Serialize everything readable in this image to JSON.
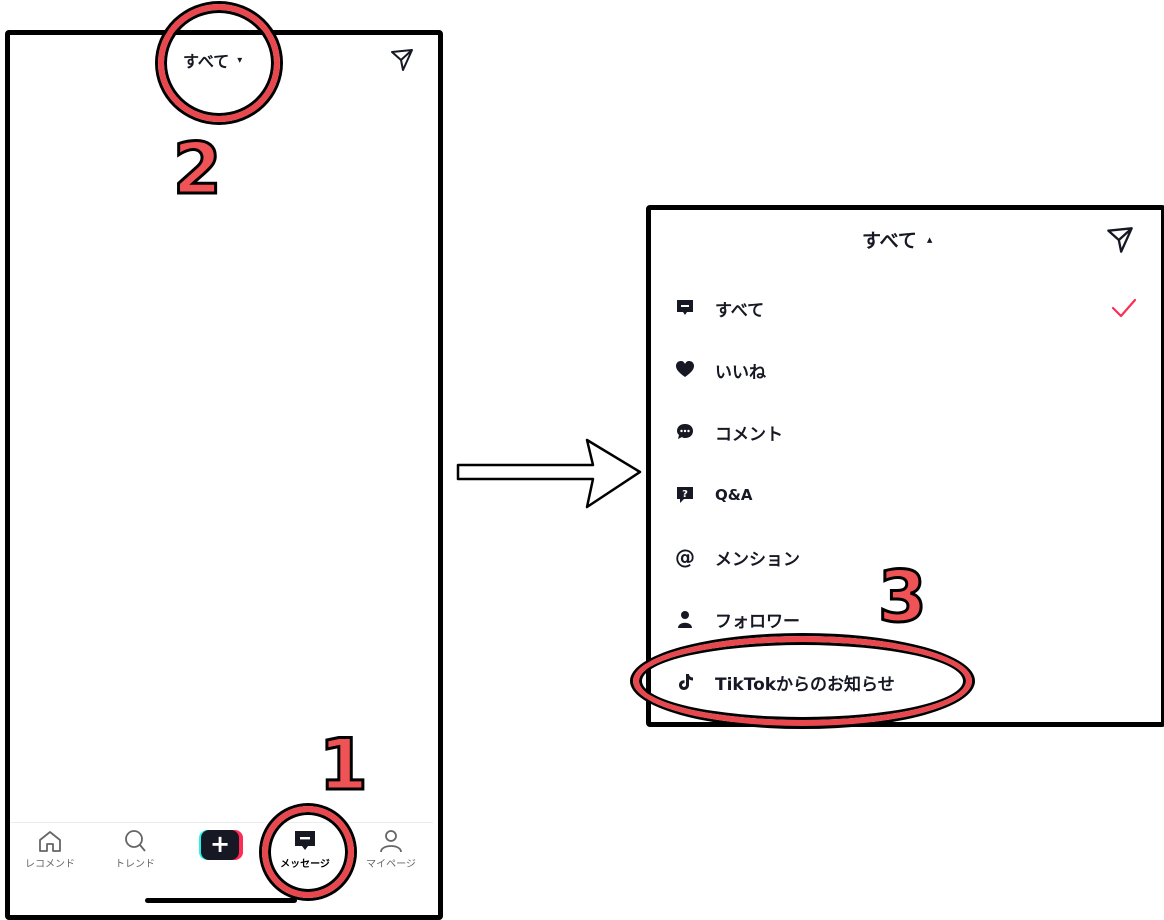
{
  "left_screen": {
    "filter_label": "すべて",
    "filter_caret": "▾",
    "step1": "1",
    "step2": "2",
    "tabs": [
      {
        "label": "レコメンド",
        "icon": "home-icon"
      },
      {
        "label": "トレンド",
        "icon": "search-icon"
      },
      {
        "label": "",
        "icon": "create-icon"
      },
      {
        "label": "メッセージ",
        "icon": "message-icon"
      },
      {
        "label": "マイページ",
        "icon": "profile-icon"
      }
    ],
    "create_label": "+"
  },
  "right_screen": {
    "title": "すべて",
    "title_caret": "▴",
    "step3": "3",
    "menu": [
      {
        "label": "すべて",
        "icon": "message-icon",
        "selected": true
      },
      {
        "label": "いいね",
        "icon": "heart-icon"
      },
      {
        "label": "コメント",
        "icon": "comment-icon"
      },
      {
        "label": "Q&A",
        "icon": "question-icon"
      },
      {
        "label": "メンション",
        "icon": "at-icon"
      },
      {
        "label": "フォロワー",
        "icon": "person-icon"
      },
      {
        "label": "TikTokからのお知らせ",
        "icon": "tiktok-icon"
      }
    ]
  },
  "colors": {
    "highlight": "#e8484d",
    "check": "#fe2c55",
    "text": "#161823"
  }
}
